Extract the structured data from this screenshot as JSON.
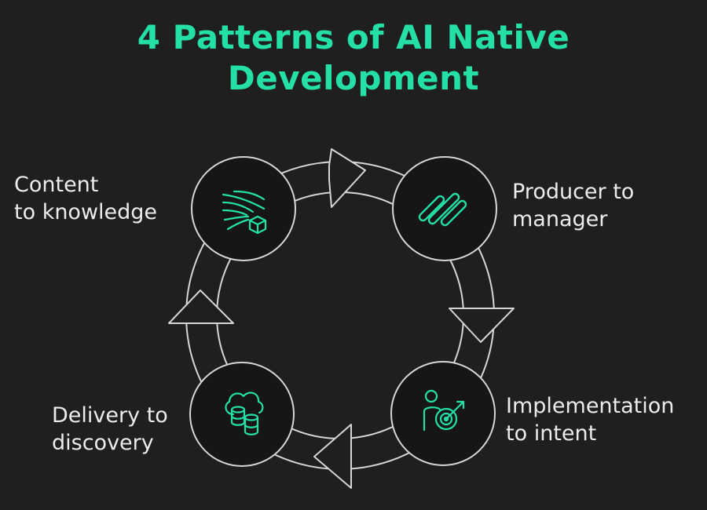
{
  "title": {
    "line1": "4 Patterns of AI Native",
    "line2": "Development"
  },
  "colors": {
    "background": "#1f1f1f",
    "accent": "#24e0a6",
    "ring_stroke": "#d6d6d6",
    "node_fill": "#161616",
    "text": "#ececec"
  },
  "patterns": [
    {
      "line1": "Content",
      "line2": "to knowledge",
      "icon": "knowledge-cube-icon"
    },
    {
      "line1": "Producer to",
      "line2": "manager",
      "icon": "parallel-bars-icon"
    },
    {
      "line1": "Implementation",
      "line2": "to intent",
      "icon": "person-target-icon"
    },
    {
      "line1": "Delivery to",
      "line2": "discovery",
      "icon": "cloud-database-icon"
    }
  ]
}
